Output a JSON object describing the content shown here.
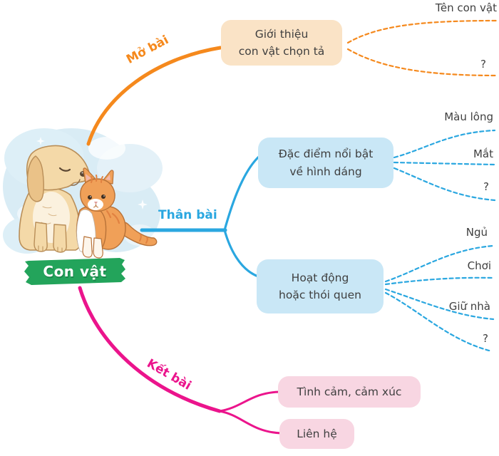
{
  "diagram": {
    "center": {
      "label": "Con vật"
    },
    "intro": {
      "branch_label": "Mở bài",
      "node_line1": "Giới thiệu",
      "node_line2": "con vật chọn tả",
      "leaves": [
        "Tên con vật",
        "?"
      ]
    },
    "body": {
      "branch_label": "Thân bài",
      "appearance": {
        "line1": "Đặc điểm nổi bật",
        "line2": "về hình dáng",
        "leaves": [
          "Màu lông",
          "Mắt",
          "?"
        ]
      },
      "habits": {
        "line1": "Hoạt động",
        "line2": "hoặc thói quen",
        "leaves": [
          "Ngủ",
          "Chơi",
          "Giữ nhà",
          "?"
        ]
      }
    },
    "conclusion": {
      "branch_label": "Kết bài",
      "nodes": [
        "Tình cảm, cảm xúc",
        "Liên hệ"
      ]
    },
    "illustration": "puppy-and-kitten-illustration"
  },
  "colors": {
    "orange_branch": "#f5891d",
    "blue_branch": "#2aa7e0",
    "magenta_branch": "#eb148c",
    "green_label": "#23a45b",
    "peach_box_fill": "#fae3c6",
    "blue_box_fill": "#c9e7f6",
    "pink_box_fill": "#f8d6e2",
    "text": "#3f3f3f"
  }
}
